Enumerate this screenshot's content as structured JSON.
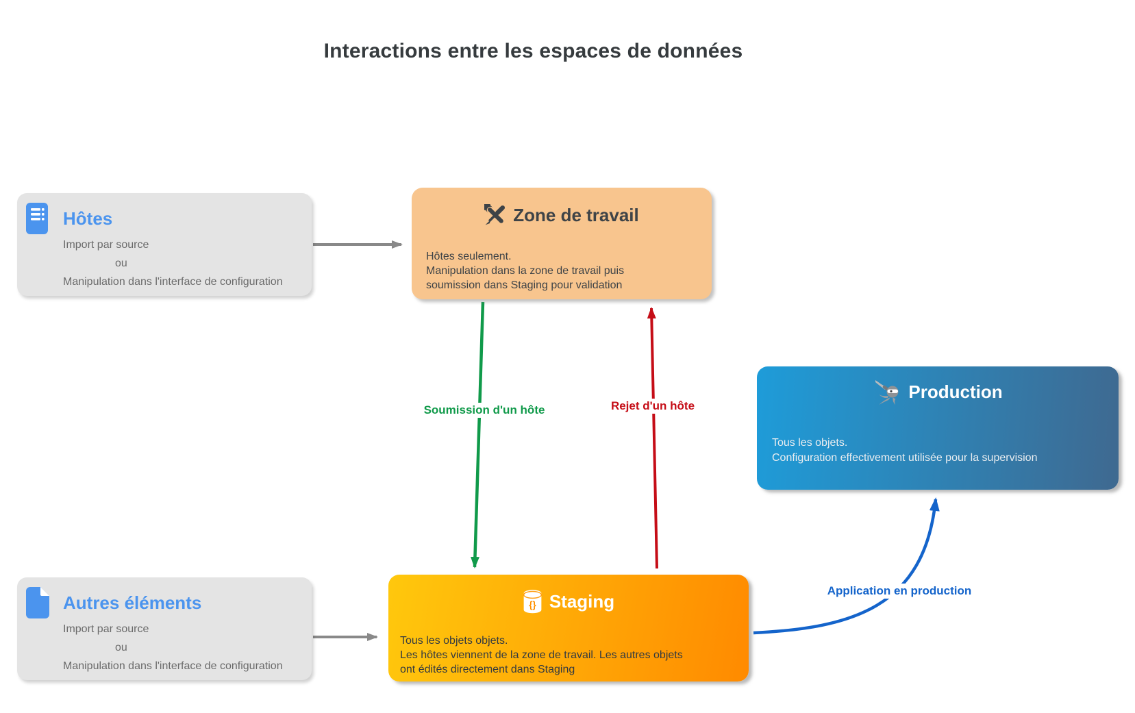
{
  "diagram": {
    "title": "Interactions entre les espaces de données"
  },
  "nodes": {
    "hotes": {
      "icon": "server-icon",
      "title": "Hôtes",
      "line1": "Import par source",
      "line2": "ou",
      "line3": "Manipulation dans l'interface de configuration"
    },
    "zone": {
      "icon": "tools-icon",
      "title": "Zone de travail",
      "line1": "Hôtes seulement.",
      "line2": "Manipulation dans la zone de travail puis",
      "line3": "soumission dans Staging pour validation"
    },
    "production": {
      "icon": "ninja-icon",
      "title": "Production",
      "line1": "Tous les objets.",
      "line2": "Configuration effectivement utilisée pour la supervision"
    },
    "staging": {
      "icon": "database-icon",
      "icon_glyph": "{}",
      "title": "Staging",
      "line1": "Tous les objets objets.",
      "line2": "Les hôtes viennent de la zone de travail. Les autres objets",
      "line3": "ont édités directement dans Staging"
    },
    "autres": {
      "icon": "document-icon",
      "title": "Autres éléments",
      "line1": "Import par source",
      "line2": "ou",
      "line3": "Manipulation dans l'interface de configuration"
    }
  },
  "edges": {
    "import_hotes": {
      "color": "#898989"
    },
    "import_autres": {
      "color": "#898989"
    },
    "soumission": {
      "label": "Soumission d'un hôte",
      "color": "#109a4a"
    },
    "rejet": {
      "label": "Rejet d'un hôte",
      "color": "#c50d17"
    },
    "application": {
      "label": "Application en production",
      "color": "#1464cb"
    }
  },
  "colors": {
    "page_bg": "#ffffff",
    "title_text": "#363b3e",
    "gray_node_bg": "#e4e4e4",
    "gray_node_title": "#4b94ee",
    "gray_node_text": "#6a6a6a",
    "zone_bg": "#f8c58e",
    "zone_text": "#3e4347",
    "staging_gradient_start": "#ffc80d",
    "staging_gradient_end": "#ff8a00",
    "staging_text": "#343b41",
    "production_gradient_start": "#1e9cd9",
    "production_gradient_end": "#3f6990",
    "production_text": "#e9edf0"
  }
}
